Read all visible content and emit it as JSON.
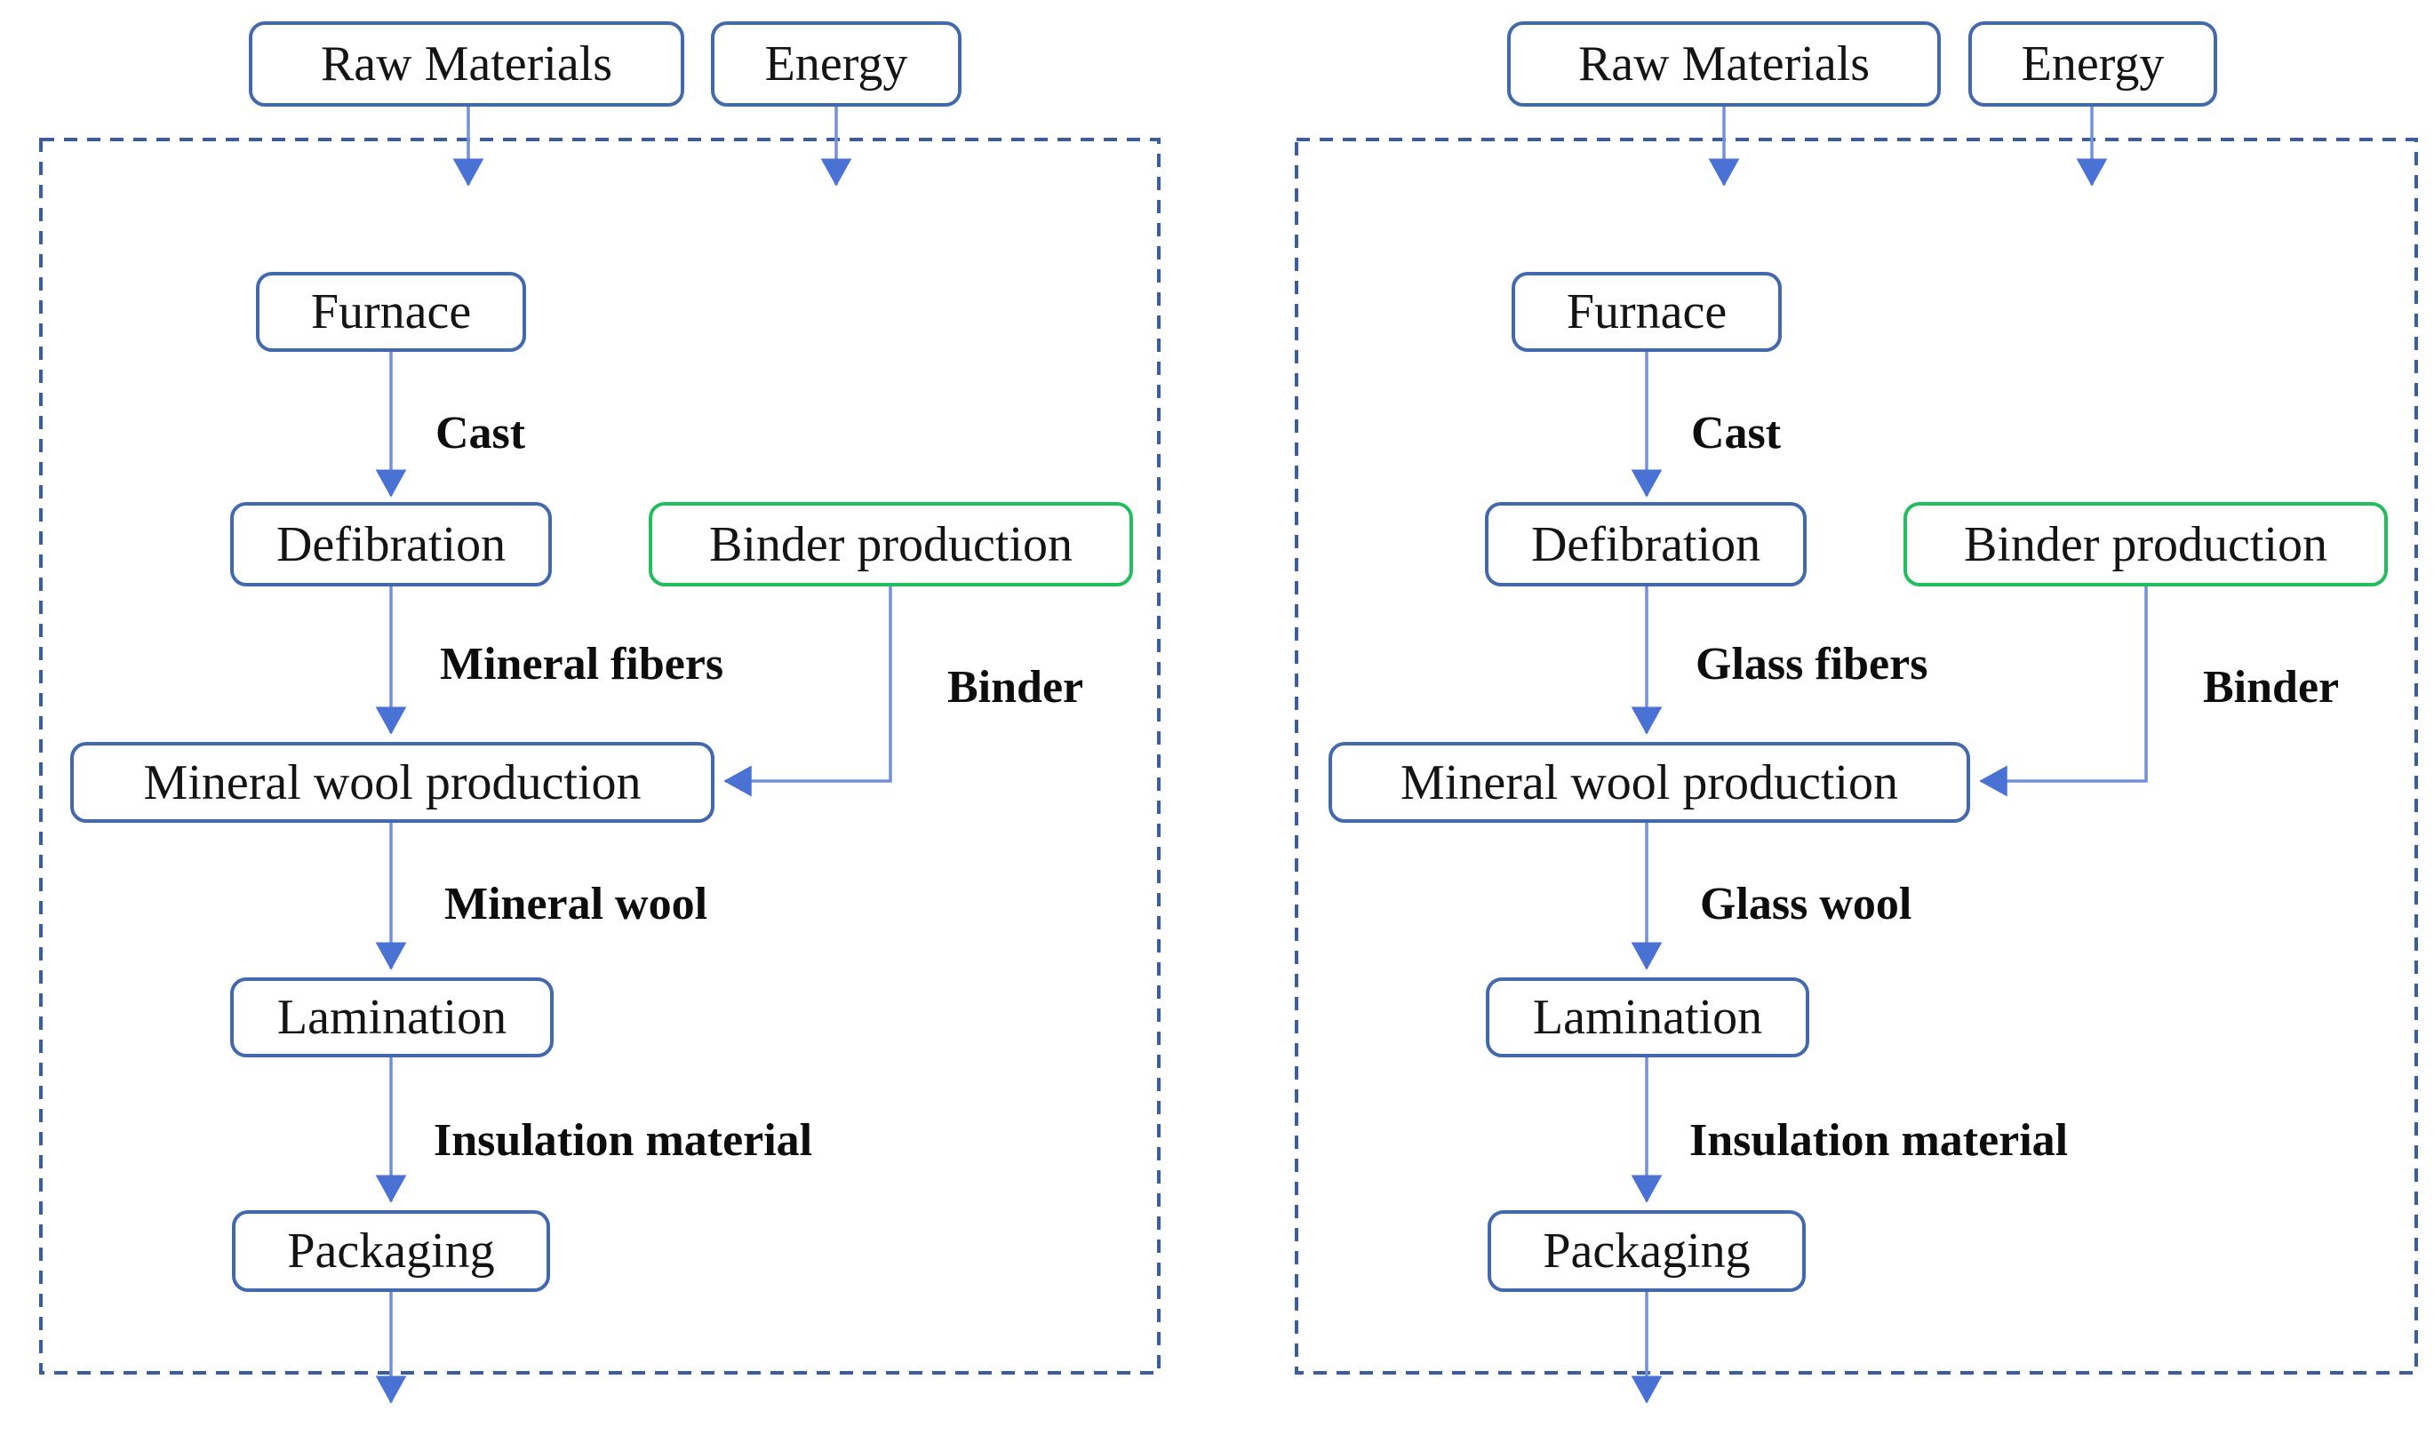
{
  "diagram": {
    "description": "Two side-by-side cradle-to-gate production flowcharts inside dashed system boundaries",
    "colors": {
      "box_border_blue": "#4169ac",
      "box_border_green": "#24bd5e",
      "arrow_blue": "#7390dc",
      "arrowhead_blue": "#4a72d4",
      "boundary_dashed_blue": "#3a5da0",
      "text_black": "#111111",
      "background": "#ffffff"
    },
    "panels": [
      {
        "id": "mineral-wool-process",
        "inputs": {
          "raw_materials": "Raw Materials",
          "energy": "Energy"
        },
        "boxes": {
          "furnace": "Furnace",
          "defibration": "Defibration",
          "binder_production": "Binder production",
          "wool_production": "Mineral wool production",
          "lamination": "Lamination",
          "packaging": "Packaging"
        },
        "labels": {
          "cast": "Cast",
          "fibers": "Mineral fibers",
          "binder": "Binder",
          "wool": "Mineral wool",
          "insulation": "Insulation material"
        }
      },
      {
        "id": "glass-wool-process",
        "inputs": {
          "raw_materials": "Raw Materials",
          "energy": "Energy"
        },
        "boxes": {
          "furnace": "Furnace",
          "defibration": "Defibration",
          "binder_production": "Binder production",
          "wool_production": "Mineral wool production",
          "lamination": "Lamination",
          "packaging": "Packaging"
        },
        "labels": {
          "cast": "Cast",
          "fibers": "Glass fibers",
          "binder": "Binder",
          "wool": "Glass wool",
          "insulation": "Insulation material"
        }
      }
    ]
  }
}
